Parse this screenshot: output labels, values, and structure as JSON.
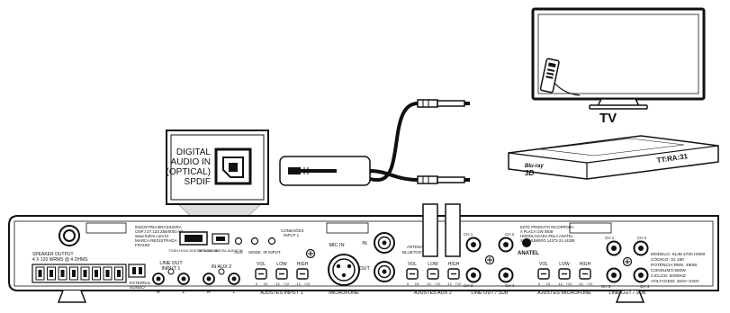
{
  "tv": {
    "label": "TV"
  },
  "bluray": {
    "logo_top": "Blu-ray",
    "logo_bottom": "3D",
    "display": "TT:RA:31"
  },
  "callout": {
    "lines": [
      "DIGITAL",
      "AUDIO IN",
      "(OPTICAL)",
      "SPDIF"
    ]
  },
  "panel": {
    "speaker_output": [
      "SPEAKER OUTPUT",
      "4 X 120 WRMS @ 4 OHMS"
    ],
    "speaker_terminal_labels": [
      "- +",
      "- +",
      "- +",
      "- +"
    ],
    "external_label": [
      "EXTERNAL",
      "SONGO"
    ],
    "line_out_input1": [
      "LINE OUT",
      "INPUT 1"
    ],
    "line_out_input1_rl": [
      "R",
      "L"
    ],
    "in_aux2": "IN AUX 2",
    "in_aux2_rl": [
      "R",
      "L"
    ],
    "brand_info": [
      "INDÚSTRIA BRASILEIRA",
      "CNPJ 27.133.256/0001-87",
      "www.frahm.com.br",
      "MARCA REGISTRADA",
      "FRAHM"
    ],
    "small_jack_labels": [
      "TOSH-HOLE DIGITAL AUDIO IN",
      "OPTICAL DIGITAL AUDIO IN"
    ],
    "button_labels": [
      "AUX",
      "MODE",
      "IR INPUT"
    ],
    "conexoes": [
      "CONEXÕES",
      "INPUT 1"
    ],
    "input1_knobs": [
      "VOL",
      "LOW",
      "HIGH"
    ],
    "input1_scale": [
      "0",
      "10",
      "-12",
      "+12",
      "-12",
      "+12"
    ],
    "ajustes_input1": "AJUSTES INPUT 1",
    "microfone": "MICROFONE",
    "mic_in": "MIC IN",
    "in_label": "IN",
    "out_label": "OUT",
    "antena": [
      "ANTENA",
      "BLUETOOTH"
    ],
    "aux2_knobs": [
      "VOL",
      "LOW",
      "HIGH"
    ],
    "aux2_scale": [
      "0",
      "10",
      "-12",
      "+12",
      "-12",
      "+12"
    ],
    "ajustes_aux2": "AJUSTES AUX 2",
    "anatel_text": [
      "ESTE PRODUTO INCORPORA",
      "A PLACA GW 0508",
      "HOMOLOGADA PELA ANATEL",
      "SOB NÚMERO 14373-21-14336"
    ],
    "anatel": "ANATEL",
    "line_out_sub_1": "LINE OUT / SUB",
    "ch_labels_1": [
      "CH 1",
      "CH 2",
      "CH 3",
      "CH 4"
    ],
    "mic_knobs": [
      "VOL",
      "LOW",
      "HIGH"
    ],
    "mic_scale": [
      "0",
      "10",
      "-12",
      "+12",
      "-12",
      "+12"
    ],
    "ajustes_microfone": "AJUSTES MICROFONE",
    "line_out_sub_2": "LINE OUT / SUB",
    "ch_labels_2": [
      "CH 1",
      "CH 2",
      "CH 3",
      "CH 4"
    ],
    "model_info": [
      "MODELO: SLIM 4700 HDMI",
      "CÓDIGO: 31 180",
      "POTÊNCIA RMS: 480W",
      "CONSUMO:580W",
      "CICLOS: 50/60HZ",
      "VOLTAGEM: 150V~240V"
    ]
  }
}
